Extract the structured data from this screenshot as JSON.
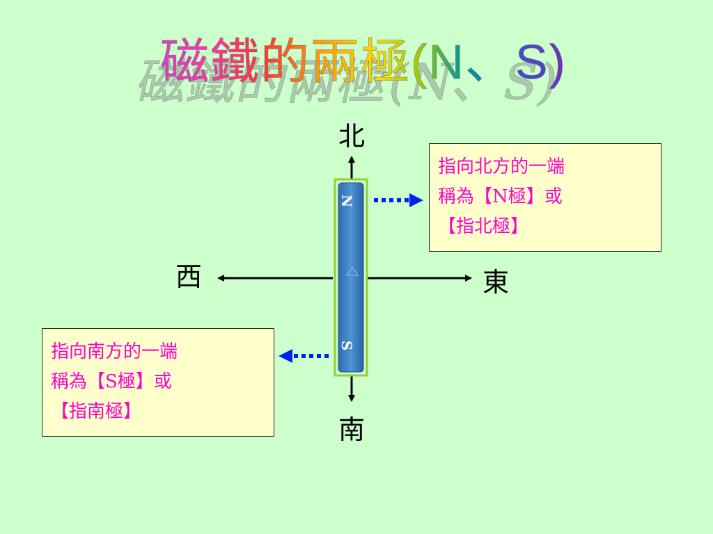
{
  "title": {
    "chinese": "磁鐵的兩極",
    "open_paren": "(",
    "n_letter": "N",
    "separator": "、",
    "s_letter": "S",
    "close_paren": ")"
  },
  "directions": {
    "north": "北",
    "south": "南",
    "west": "西",
    "east": "東"
  },
  "magnet": {
    "north_label": "N",
    "south_label": "S",
    "bar_color": "#3a7fc4",
    "frame_color": "#9acd32"
  },
  "north_box": {
    "lines": [
      "指向北方的一端",
      "稱為【N極】或",
      "【指北極】"
    ]
  },
  "south_box": {
    "lines": [
      "指向南方的一端",
      "稱為【S極】或",
      "【指南極】"
    ]
  },
  "colors": {
    "background": "#ccffcc",
    "box_fill": "#ffffcc",
    "box_text": "#ff00cc",
    "pointer_arrow": "#0022ee"
  }
}
